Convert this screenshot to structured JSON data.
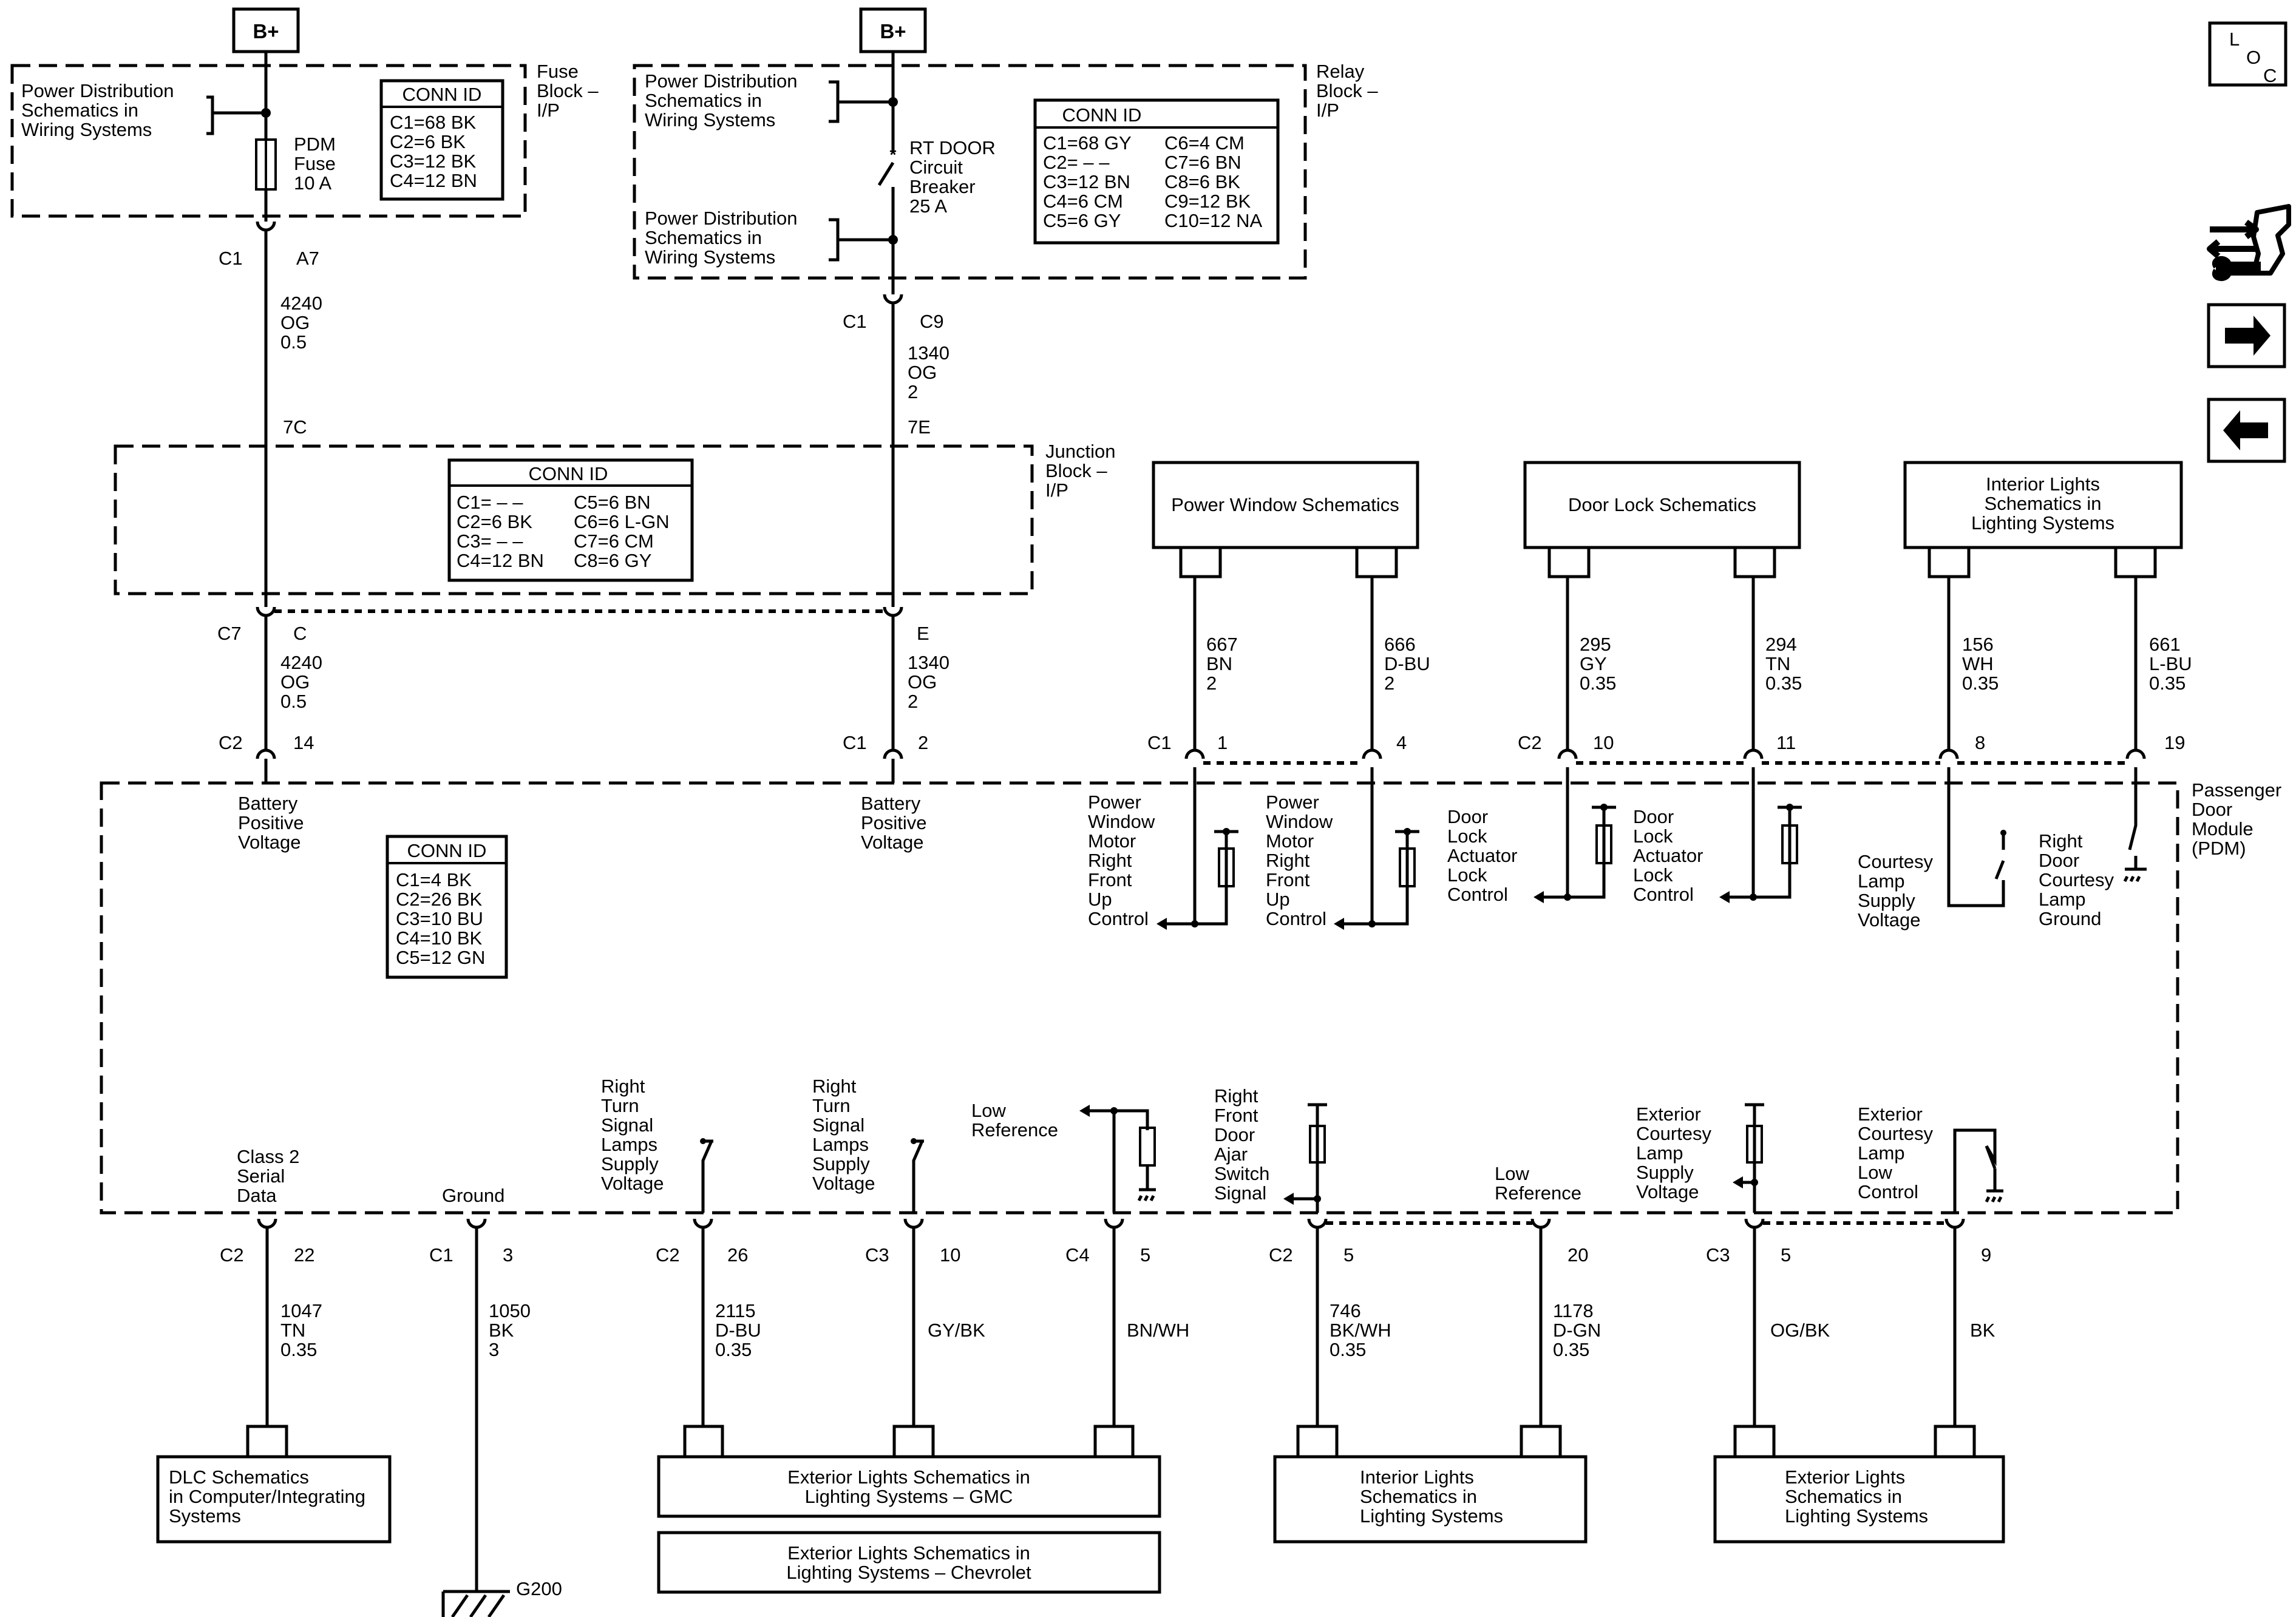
{
  "power": {
    "b_plus_left": "B+",
    "b_plus_right": "B+"
  },
  "fuse_block": {
    "title": [
      "Fuse",
      "Block –",
      "I/P"
    ],
    "pds_ref": [
      "Power Distribution",
      "Schematics in",
      "Wiring Systems"
    ],
    "fuse_label": [
      "PDM",
      "Fuse",
      "10 A"
    ],
    "conn_title": "CONN ID",
    "conn": [
      "C1=68 BK",
      "C2=6 BK",
      "C3=12 BK",
      "C4=12 BN"
    ]
  },
  "relay_block": {
    "title": [
      "Relay",
      "Block –",
      "I/P"
    ],
    "pds_ref_top": [
      "Power Distribution",
      "Schematics in",
      "Wiring Systems"
    ],
    "pds_ref_bottom": [
      "Power Distribution",
      "Schematics in",
      "Wiring Systems"
    ],
    "breaker_label": [
      "RT DOOR",
      "Circuit",
      "Breaker",
      "25 A"
    ],
    "conn_title": "CONN ID",
    "conn_left": [
      "C1=68 GY",
      "C2= – –",
      "C3=12 BN",
      "C4=6 CM",
      "C5=6 GY"
    ],
    "conn_right": [
      "C6=4 CM",
      "C7=6 BN",
      "C8=6 BK",
      "C9=12 BK",
      "C10=12 NA"
    ]
  },
  "junction_block": {
    "title": [
      "Junction",
      "Block –",
      "I/P"
    ],
    "conn_title": "CONN ID",
    "conn_left": [
      "C1= – –",
      "C2=6 BK",
      "C3= – –",
      "C4=12 BN"
    ],
    "conn_right": [
      "C5=6 BN",
      "C6=6 L-GN",
      "C7=6 CM",
      "C8=6 GY"
    ]
  },
  "pdm": {
    "title": [
      "Passenger",
      "Door",
      "Module",
      "(PDM)"
    ],
    "conn_title": "CONN ID",
    "conn": [
      "C1=4 BK",
      "C2=26 BK",
      "C3=10 BU",
      "C4=10 BK",
      "C5=12 GN"
    ]
  },
  "top_wires": {
    "left": {
      "c1": "C1",
      "a7": "A7",
      "circuit": [
        "4240",
        "OG",
        "0.5"
      ],
      "splice": "7C",
      "c7": "C7",
      "c": "C",
      "circuit2": [
        "4240",
        "OG",
        "0.5"
      ],
      "c2": "C2",
      "pin": "14",
      "function": [
        "Battery",
        "Positive",
        "Voltage"
      ]
    },
    "right": {
      "c1": "C1",
      "c9": "C9",
      "circuit": [
        "1340",
        "OG",
        "2"
      ],
      "splice": "7E",
      "e": "E",
      "circuit2": [
        "1340",
        "OG",
        "2"
      ],
      "c1b": "C1",
      "pin": "2",
      "function": [
        "Battery",
        "Positive",
        "Voltage"
      ]
    }
  },
  "upper_refs": {
    "power_window": "Power Window Schematics",
    "door_lock": "Door Lock Schematics",
    "interior_lights": [
      "Interior Lights",
      "Schematics in",
      "Lighting Systems"
    ]
  },
  "upper_circuits": [
    {
      "circuit": [
        "667",
        "BN",
        "2"
      ],
      "conn": "C1",
      "pin": "1",
      "function": [
        "Power",
        "Window",
        "Motor",
        "Right",
        "Front",
        "Up",
        "Control"
      ]
    },
    {
      "circuit": [
        "666",
        "D-BU",
        "2"
      ],
      "conn": "",
      "pin": "4",
      "function": [
        "Power",
        "Window",
        "Motor",
        "Right",
        "Front",
        "Up",
        "Control"
      ]
    },
    {
      "circuit": [
        "295",
        "GY",
        "0.35"
      ],
      "conn": "C2",
      "pin": "10",
      "function": [
        "Door",
        "Lock",
        "Actuator",
        "Lock",
        "Control"
      ]
    },
    {
      "circuit": [
        "294",
        "TN",
        "0.35"
      ],
      "conn": "",
      "pin": "11",
      "function": [
        "Door",
        "Lock",
        "Actuator",
        "Lock",
        "Control"
      ]
    },
    {
      "circuit": [
        "156",
        "WH",
        "0.35"
      ],
      "conn": "",
      "pin": "8",
      "function": [
        "Courtesy",
        "Lamp",
        "Supply",
        "Voltage"
      ]
    },
    {
      "circuit": [
        "661",
        "L-BU",
        "0.35"
      ],
      "conn": "",
      "pin": "19",
      "function": [
        "Right",
        "Door",
        "Courtesy",
        "Lamp",
        "Ground"
      ]
    }
  ],
  "lower_circuits": [
    {
      "conn": "C2",
      "pin": "22",
      "circuit": [
        "1047",
        "TN",
        "0.35"
      ],
      "function": [
        "Class 2",
        "Serial",
        "Data"
      ]
    },
    {
      "conn": "C1",
      "pin": "3",
      "circuit": [
        "1050",
        "BK",
        "3"
      ],
      "function": [
        "Ground"
      ]
    },
    {
      "conn": "C2",
      "pin": "26",
      "circuit": [
        "2115",
        "D-BU",
        "0.35"
      ],
      "function": [
        "Right",
        "Turn",
        "Signal",
        "Lamps",
        "Supply",
        "Voltage"
      ]
    },
    {
      "conn": "C3",
      "pin": "10",
      "circuit": [
        "GY/BK"
      ],
      "function": [
        "Right",
        "Turn",
        "Signal",
        "Lamps",
        "Supply",
        "Voltage"
      ]
    },
    {
      "conn": "C4",
      "pin": "5",
      "circuit": [
        "BN/WH"
      ],
      "function": [
        "Low",
        "Reference"
      ]
    },
    {
      "conn": "C2",
      "pin": "5",
      "circuit": [
        "746",
        "BK/WH",
        "0.35"
      ],
      "function": [
        "Right",
        "Front",
        "Door",
        "Ajar",
        "Switch",
        "Signal"
      ]
    },
    {
      "conn": "",
      "pin": "20",
      "circuit": [
        "1178",
        "D-GN",
        "0.35"
      ],
      "function": [
        "Low",
        "Reference"
      ]
    },
    {
      "conn": "C3",
      "pin": "5",
      "circuit": [
        "OG/BK"
      ],
      "function": [
        "Exterior",
        "Courtesy",
        "Lamp",
        "Supply",
        "Voltage"
      ]
    },
    {
      "conn": "",
      "pin": "9",
      "circuit": [
        "BK"
      ],
      "function": [
        "Exterior",
        "Courtesy",
        "Lamp",
        "Low",
        "Control"
      ]
    }
  ],
  "lower_refs": {
    "dlc": [
      "DLC Schematics",
      "in Computer/Integrating",
      "Systems"
    ],
    "ext_gmc": [
      "Exterior Lights Schematics in",
      "Lighting Systems – GMC"
    ],
    "ext_chev": [
      "Exterior Lights Schematics in",
      "Lighting Systems – Chevrolet"
    ],
    "interior": [
      "Interior Lights",
      "Schematics in",
      "Lighting Systems"
    ],
    "exterior": [
      "Exterior Lights",
      "Schematics in",
      "Lighting Systems"
    ],
    "ground": "G200"
  },
  "nav": {
    "loc": [
      "L",
      "O",
      "C"
    ],
    "icons": [
      "troubleshoot-icon",
      "next-arrow-icon",
      "previous-arrow-icon"
    ]
  }
}
